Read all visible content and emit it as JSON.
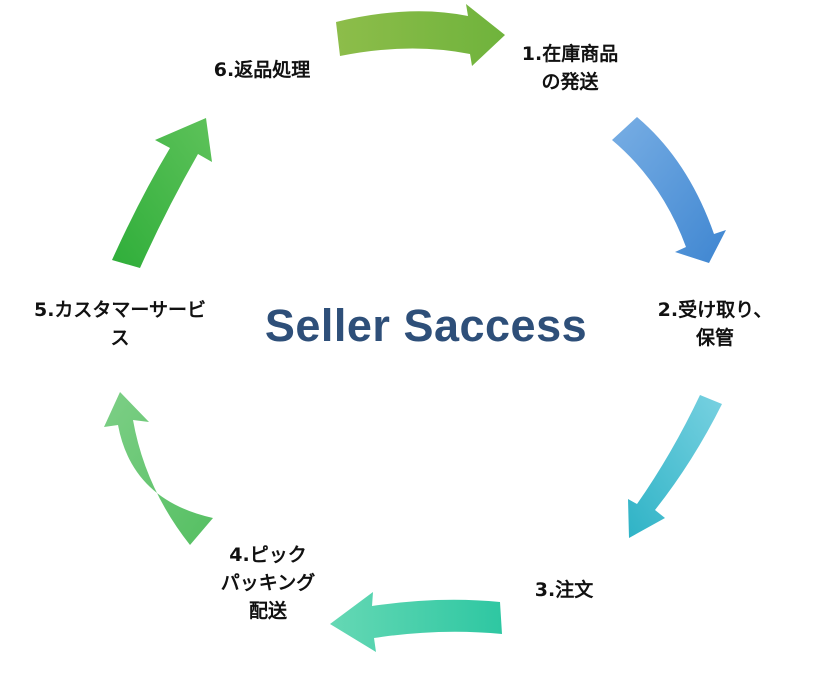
{
  "diagram": {
    "title": "Seller Saccess",
    "title_color": "#2e4f79",
    "steps": [
      {
        "lines": [
          "1.在庫商品",
          "の発送"
        ]
      },
      {
        "lines": [
          "2.受け取り、",
          "保管"
        ]
      },
      {
        "lines": [
          "3.注文"
        ]
      },
      {
        "lines": [
          "4.ピック",
          "パッキング",
          "配送"
        ]
      },
      {
        "lines": [
          "5.カスタマーサービ",
          "ス"
        ]
      },
      {
        "lines": [
          "6.返品処理"
        ]
      }
    ],
    "arrows": [
      {
        "from": "6",
        "to": "1",
        "color_start": "#8dbd4a",
        "color_end": "#6fb33c"
      },
      {
        "from": "1",
        "to": "2",
        "color_start": "#78aee4",
        "color_end": "#3f86d1"
      },
      {
        "from": "2",
        "to": "3",
        "color_start": "#78d1e1",
        "color_end": "#2fb3c6"
      },
      {
        "from": "3",
        "to": "4",
        "color_start": "#2ec7a2",
        "color_end": "#65d8b4"
      },
      {
        "from": "4",
        "to": "5",
        "color_start": "#55bf62",
        "color_end": "#7dcf86"
      },
      {
        "from": "5",
        "to": "6",
        "color_start": "#2fae3a",
        "color_end": "#5ec25a"
      }
    ]
  }
}
